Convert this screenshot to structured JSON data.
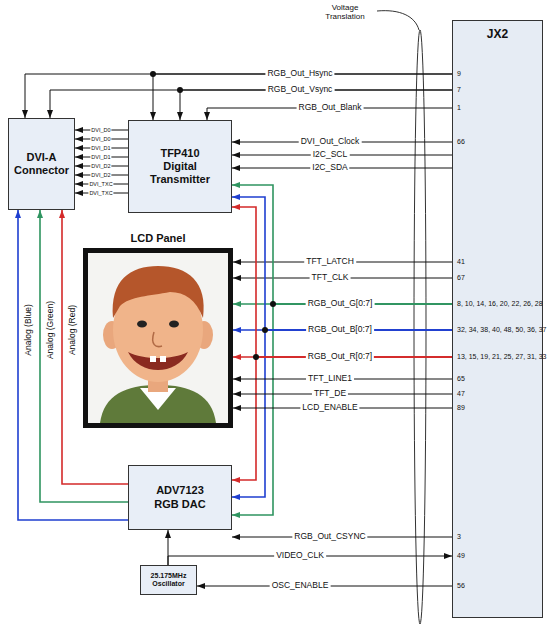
{
  "diagram": {
    "nodes": [
      {
        "text": [
          "JX2"
        ]
      },
      {
        "text": [
          "DVI-A Connector"
        ]
      },
      {
        "text": [
          "TFP410",
          "Digital Transmitter"
        ]
      },
      {
        "text": [
          "LCD Panel"
        ]
      },
      {
        "text": [
          "ADV7123",
          "RGB DAC"
        ]
      },
      {
        "text": [
          "25.175MHz Oscillator"
        ]
      }
    ],
    "edges": [
      {
        "from": 0,
        "to": 1,
        "arrow": "to",
        "label": "RGB_Out_Hsync"
      },
      {
        "from": 0,
        "to": 2,
        "arrow": "to"
      },
      {
        "from": 0,
        "to": 1,
        "arrow": "to",
        "label": "RGB_Out_Vsync"
      },
      {
        "from": 0,
        "to": 2,
        "arrow": "to"
      },
      {
        "from": 0,
        "to": 2,
        "arrow": "to",
        "label": "RGB_Out_Blank"
      },
      {
        "from": 0,
        "to": 2,
        "arrow": "to",
        "label": "DVI_Out_Clock"
      },
      {
        "from": 0,
        "to": 2,
        "arrow": "to",
        "label": "I2C_SCL"
      },
      {
        "from": 0,
        "to": 2,
        "arrow": "to",
        "label": "I2C_SDA"
      },
      {
        "from": 2,
        "to": 1,
        "arrow": "to",
        "label": "DVI_D0"
      },
      {
        "from": 2,
        "to": 1,
        "arrow": "to",
        "label": "DVI_D0"
      },
      {
        "from": 2,
        "to": 1,
        "arrow": "to",
        "label": "DVI_D1"
      },
      {
        "from": 2,
        "to": 1,
        "arrow": "to",
        "label": "DVI_D1"
      },
      {
        "from": 2,
        "to": 1,
        "arrow": "to",
        "label": "DVI_D2"
      },
      {
        "from": 2,
        "to": 1,
        "arrow": "to",
        "label": "DVI_D2"
      },
      {
        "from": 2,
        "to": 1,
        "arrow": "to",
        "label": "DVI_TXC"
      },
      {
        "from": 2,
        "to": 1,
        "arrow": "to",
        "label": "DVI_TXC"
      },
      {
        "from": 0,
        "to": 3,
        "arrow": "to",
        "label": "TFT_LATCH"
      },
      {
        "from": 0,
        "to": 3,
        "arrow": "to",
        "label": "TFT_CLK"
      },
      {
        "from": 0,
        "to": 3,
        "arrow": "to",
        "label": "RGB_Out_G[0:7]"
      },
      {
        "from": 0,
        "to": 2,
        "arrow": "to"
      },
      {
        "from": 0,
        "to": 4,
        "arrow": "to"
      },
      {
        "from": 0,
        "to": 3,
        "arrow": "to",
        "label": "RGB_Out_B[0:7]"
      },
      {
        "from": 0,
        "to": 2,
        "arrow": "to"
      },
      {
        "from": 0,
        "to": 4,
        "arrow": "to"
      },
      {
        "from": 0,
        "to": 3,
        "arrow": "to",
        "label": "RGB_Out_R[0:7]"
      },
      {
        "from": 0,
        "to": 2,
        "arrow": "to"
      },
      {
        "from": 0,
        "to": 4,
        "arrow": "to"
      },
      {
        "from": 0,
        "to": 3,
        "arrow": "to",
        "label": "TFT_LINE1"
      },
      {
        "from": 0,
        "to": 3,
        "arrow": "to",
        "label": "TFT_DE"
      },
      {
        "from": 0,
        "to": 3,
        "arrow": "to",
        "label": "LCD_ENABLE"
      },
      {
        "from": 0,
        "to": 4,
        "arrow": "to",
        "label": "RGB_Out_CSYNC"
      },
      {
        "from": 4,
        "to": 1,
        "arrow": "to",
        "label": "Analog (Blue)"
      },
      {
        "from": 4,
        "to": 1,
        "arrow": "to",
        "label": "Analog (Green)"
      },
      {
        "from": 4,
        "to": 1,
        "arrow": "to",
        "label": "Analog (Red)"
      },
      {
        "from": 5,
        "to": 4,
        "arrow": "to"
      },
      {
        "from": 5,
        "to": 0,
        "arrow": "to",
        "label": "VIDEO_CLK"
      },
      {
        "from": 0,
        "to": 5,
        "arrow": "to",
        "label": "OSC_ENABLE"
      }
    ],
    "labels": [
      "Voltage Translation",
      "9",
      "7",
      "1",
      "66",
      "41",
      "67",
      "8, 10, 14, 16, 20, 22, 26, 28",
      "32, 34, 38, 40, 48, 50, 36, 37",
      "13, 15, 19, 21, 25, 27, 31, 33",
      "65",
      "47",
      "89",
      "3",
      "49",
      "56"
    ]
  }
}
